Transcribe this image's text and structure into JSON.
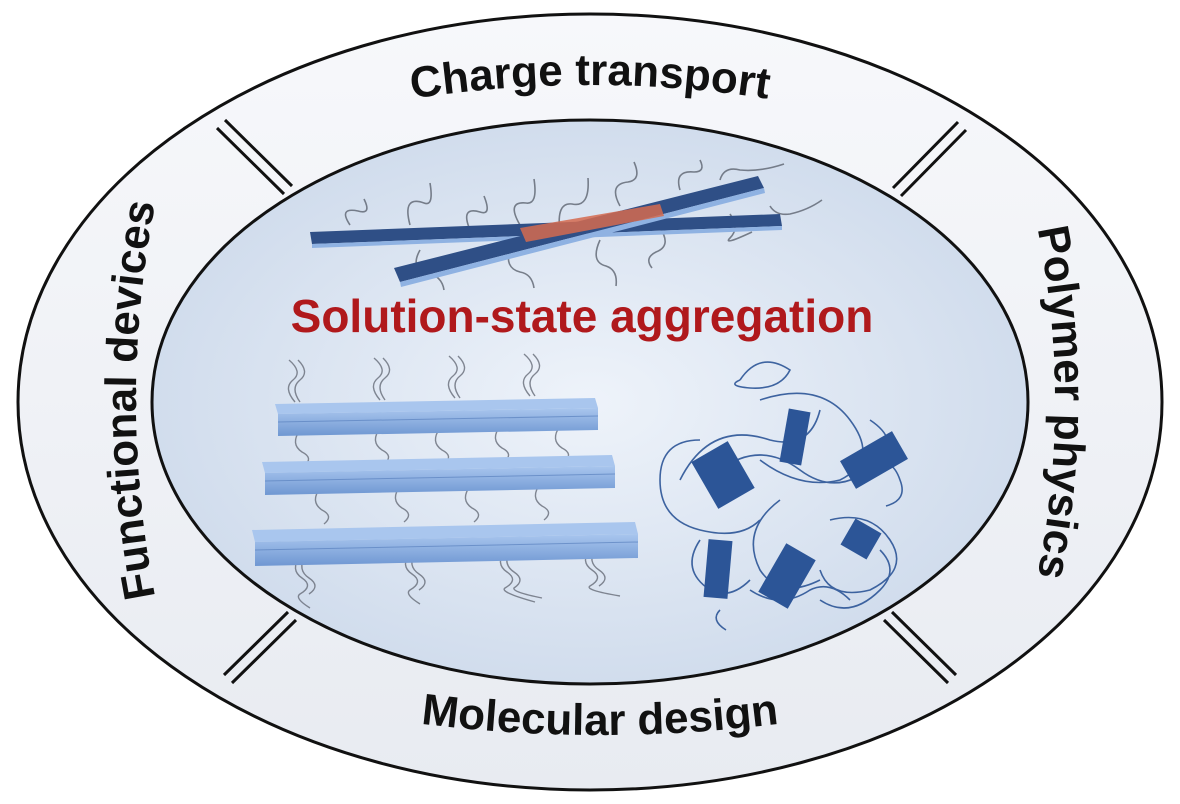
{
  "ring": {
    "top_label": "Charge transport",
    "bottom_label": "Molecular design",
    "left_label": "Functional devices",
    "right_label": "Polymer physics"
  },
  "center": {
    "title": "Solution-state aggregation"
  },
  "colors": {
    "title_red": "#b0191c",
    "ring_fill": "#f1f3f7",
    "inner_fill": "#dfe7f2",
    "ribbon_blue": "#2f4f86",
    "stack_blue": "#8fb2e2",
    "block_blue": "#2c5597",
    "overlap_orange": "#d36a4f"
  },
  "icons": {
    "crossed_ribbons": "crossed-nanoribbons-icon",
    "lamellar_stack": "lamellar-stack-icon",
    "amorphous_coil": "amorphous-coil-icon"
  }
}
